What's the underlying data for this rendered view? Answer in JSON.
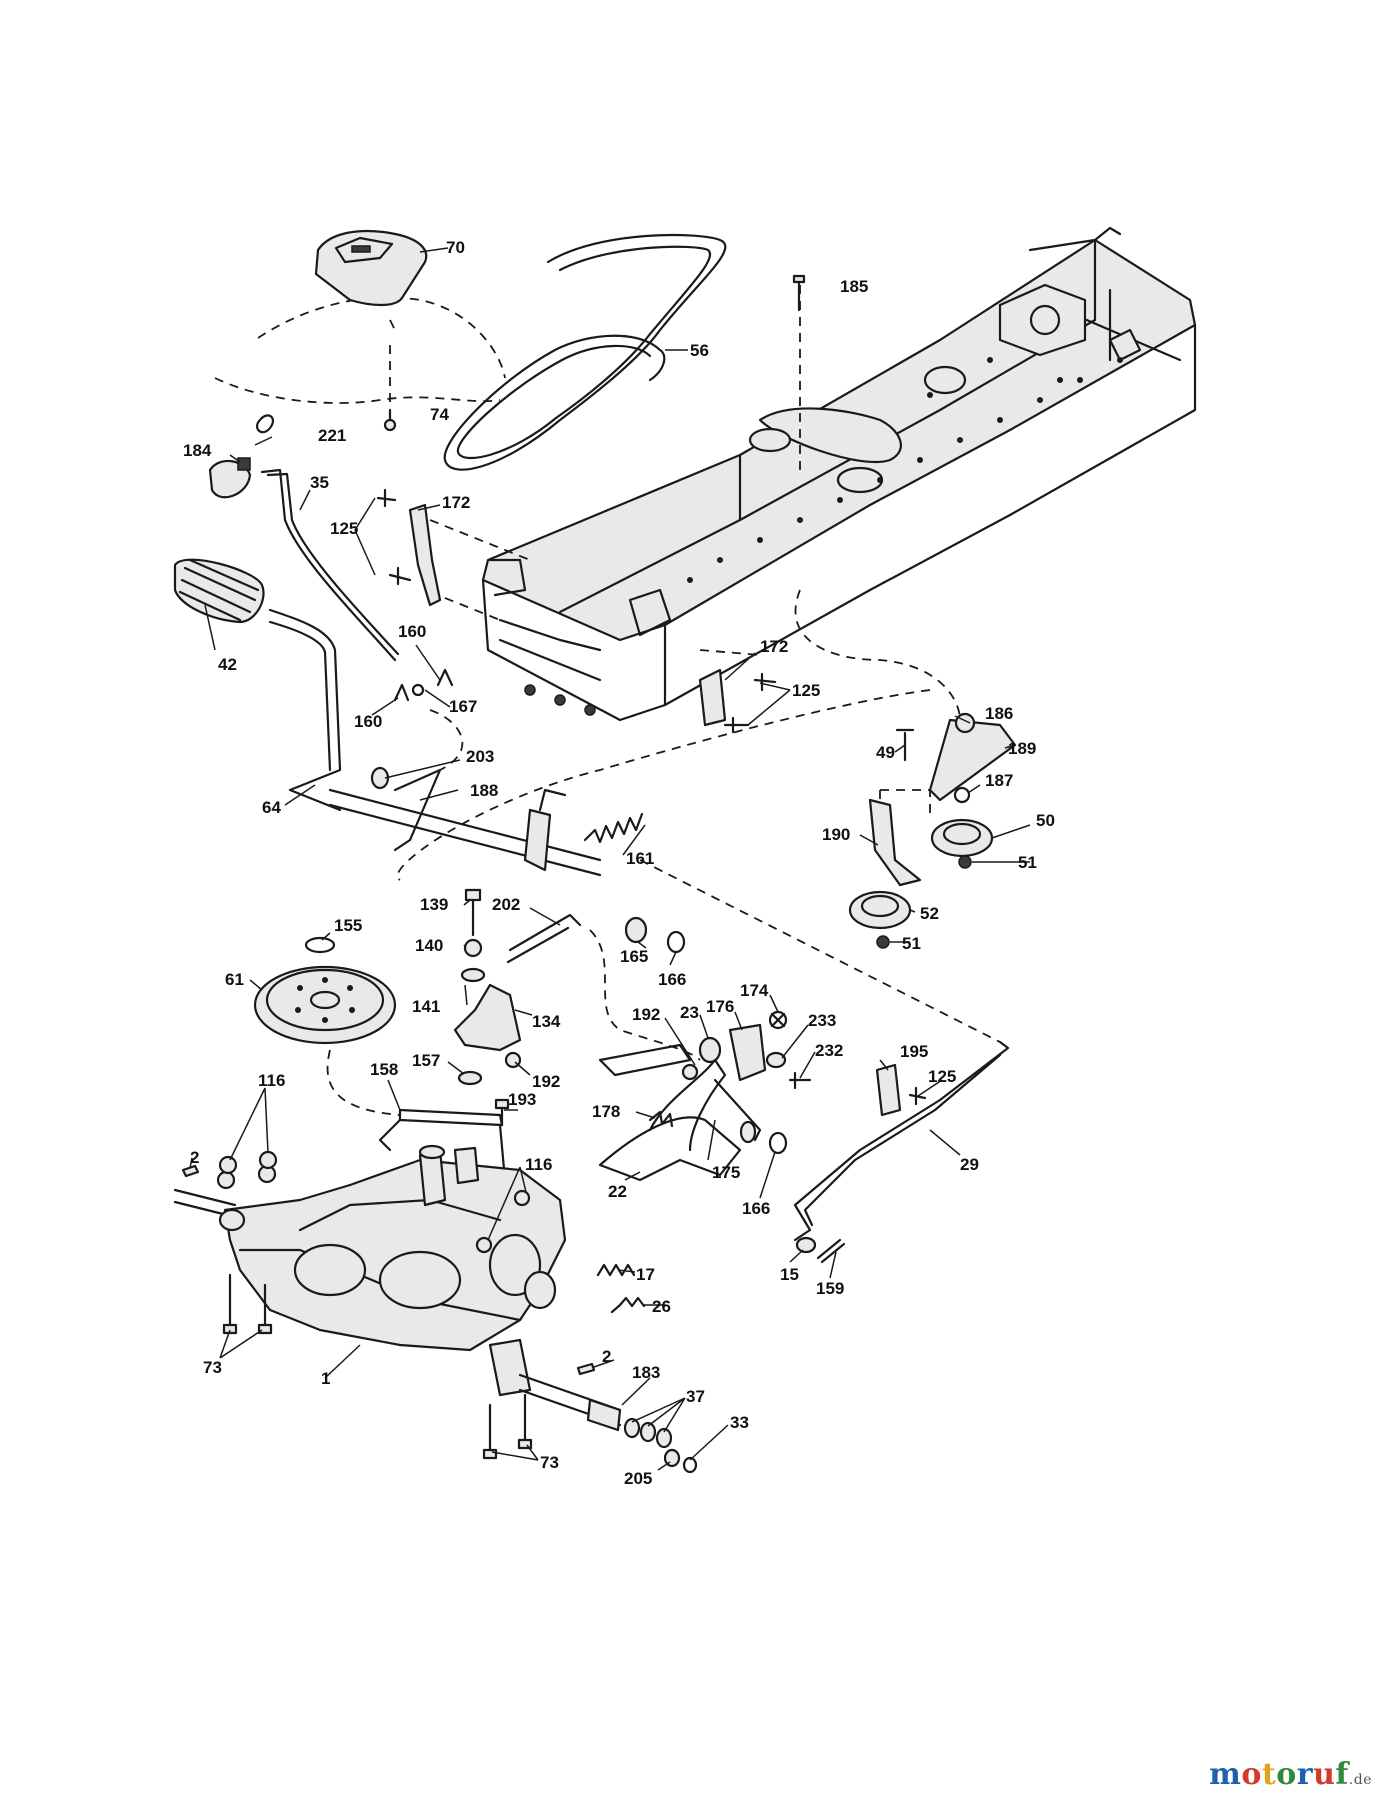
{
  "diagram": {
    "part_labels": [
      "70",
      "185",
      "56",
      "74",
      "221",
      "184",
      "35",
      "172",
      "125",
      "42",
      "160",
      "167",
      "160",
      "172",
      "125",
      "186",
      "49",
      "189",
      "187",
      "64",
      "203",
      "188",
      "190",
      "50",
      "161",
      "51",
      "52",
      "51",
      "139",
      "202",
      "155",
      "140",
      "165",
      "166",
      "61",
      "141",
      "134",
      "174",
      "233",
      "192",
      "23",
      "176",
      "232",
      "157",
      "192",
      "195",
      "125",
      "116",
      "158",
      "193",
      "178",
      "29",
      "2",
      "116",
      "175",
      "22",
      "166",
      "17",
      "15",
      "159",
      "26",
      "73",
      "1",
      "2",
      "183",
      "37",
      "33",
      "205",
      "73"
    ]
  },
  "watermark": {
    "letters": [
      "m",
      "o",
      "t",
      "o",
      "r",
      "u",
      "f"
    ],
    "colors": [
      "#1f5fb0",
      "#d23a2a",
      "#e2a21a",
      "#2e8b3a",
      "#1f5fb0",
      "#d23a2a",
      "#2e8b3a"
    ],
    "tld": ".de"
  }
}
